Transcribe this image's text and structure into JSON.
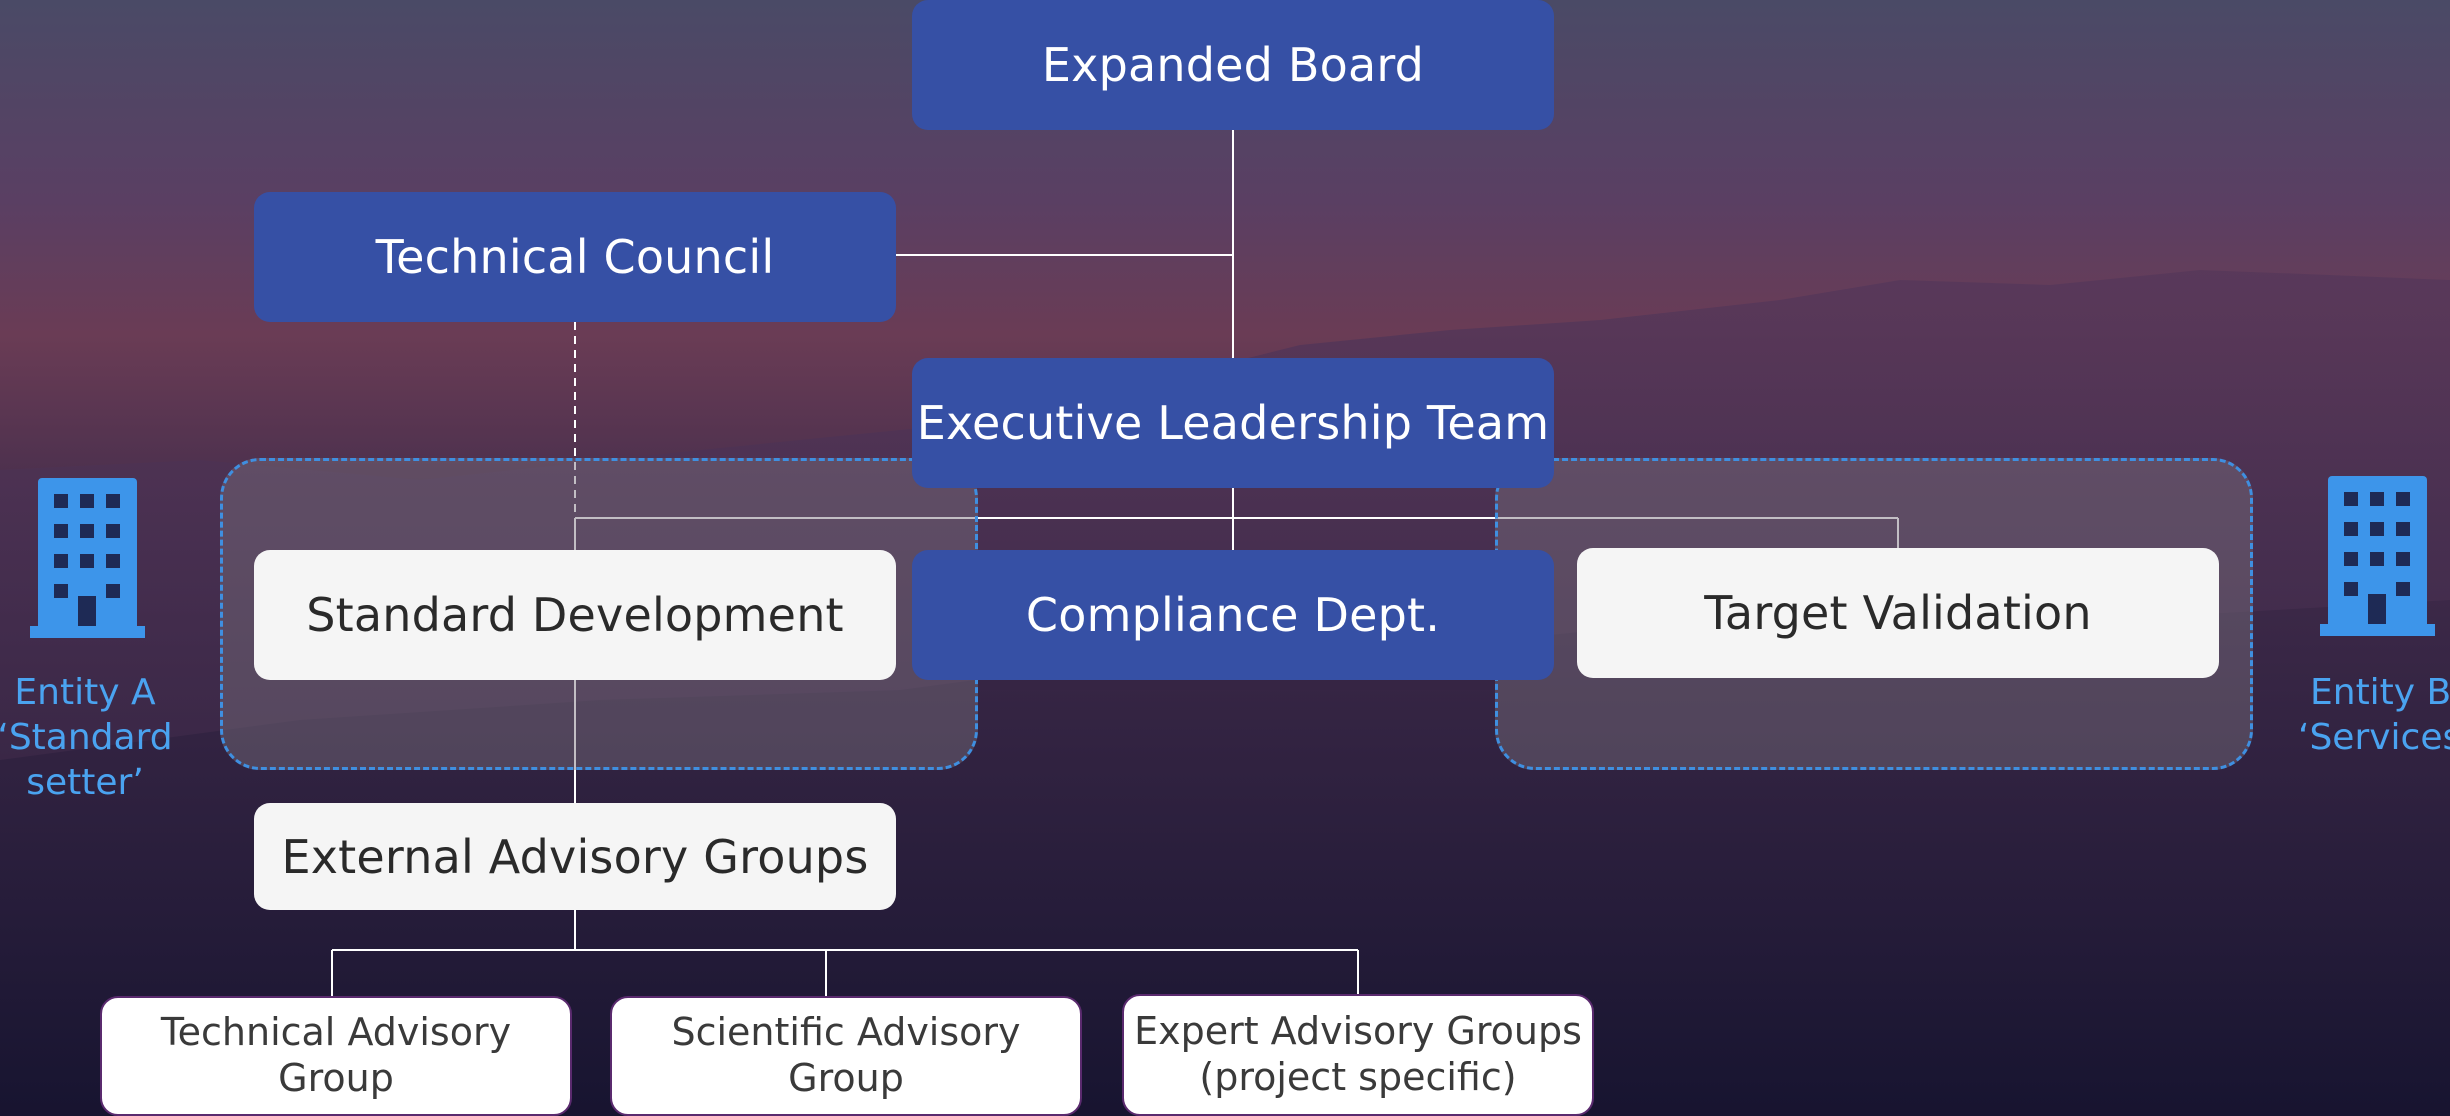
{
  "colors": {
    "blue_box": "#3650a5",
    "light_box": "#f5f5f5",
    "accent": "#4aa3f0",
    "region_border": "#3f8fe0"
  },
  "top": {
    "board": "Expanded Board",
    "council": "Technical Council",
    "executive": "Executive Leadership Team"
  },
  "middle": {
    "standard": "Standard Development",
    "compliance": "Compliance Dept.",
    "target": "Target Validation"
  },
  "external": "External Advisory Groups",
  "advisory": [
    {
      "line1": "Technical Advisory",
      "line2": "Group"
    },
    {
      "line1": "Scientific Advisory",
      "line2": "Group"
    },
    {
      "line1": "Expert Advisory Groups",
      "line2": "(project specific)"
    }
  ],
  "entities": {
    "a": {
      "icon": "building-icon",
      "line1": "Entity A",
      "line2": "‘Standard",
      "line3": "setter’"
    },
    "b": {
      "icon": "building-icon",
      "line1": "Entity B",
      "line2": "‘Services’"
    }
  }
}
